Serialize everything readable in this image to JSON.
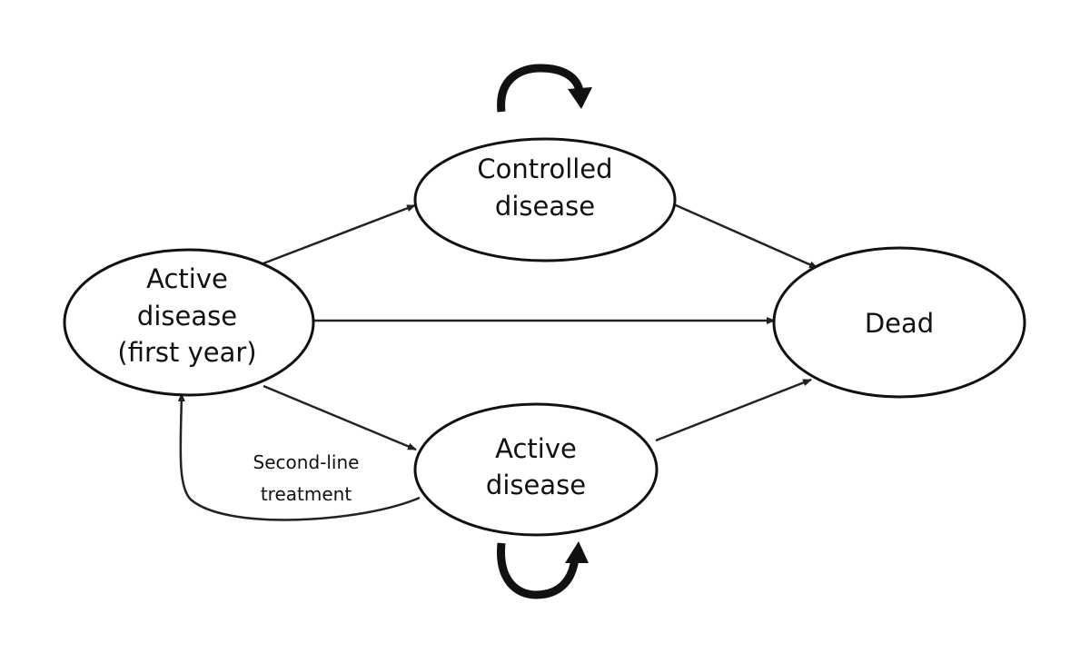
{
  "nodes": {
    "active_first_year": {
      "lines": [
        "Active",
        "disease",
        "(first year)"
      ]
    },
    "controlled": {
      "lines": [
        "Controlled",
        "disease"
      ]
    },
    "dead": {
      "lines": [
        "Dead"
      ]
    },
    "active": {
      "lines": [
        "Active",
        "disease"
      ]
    }
  },
  "edges": {
    "second_line": {
      "lines": [
        "Second-line",
        "treatment"
      ]
    }
  }
}
